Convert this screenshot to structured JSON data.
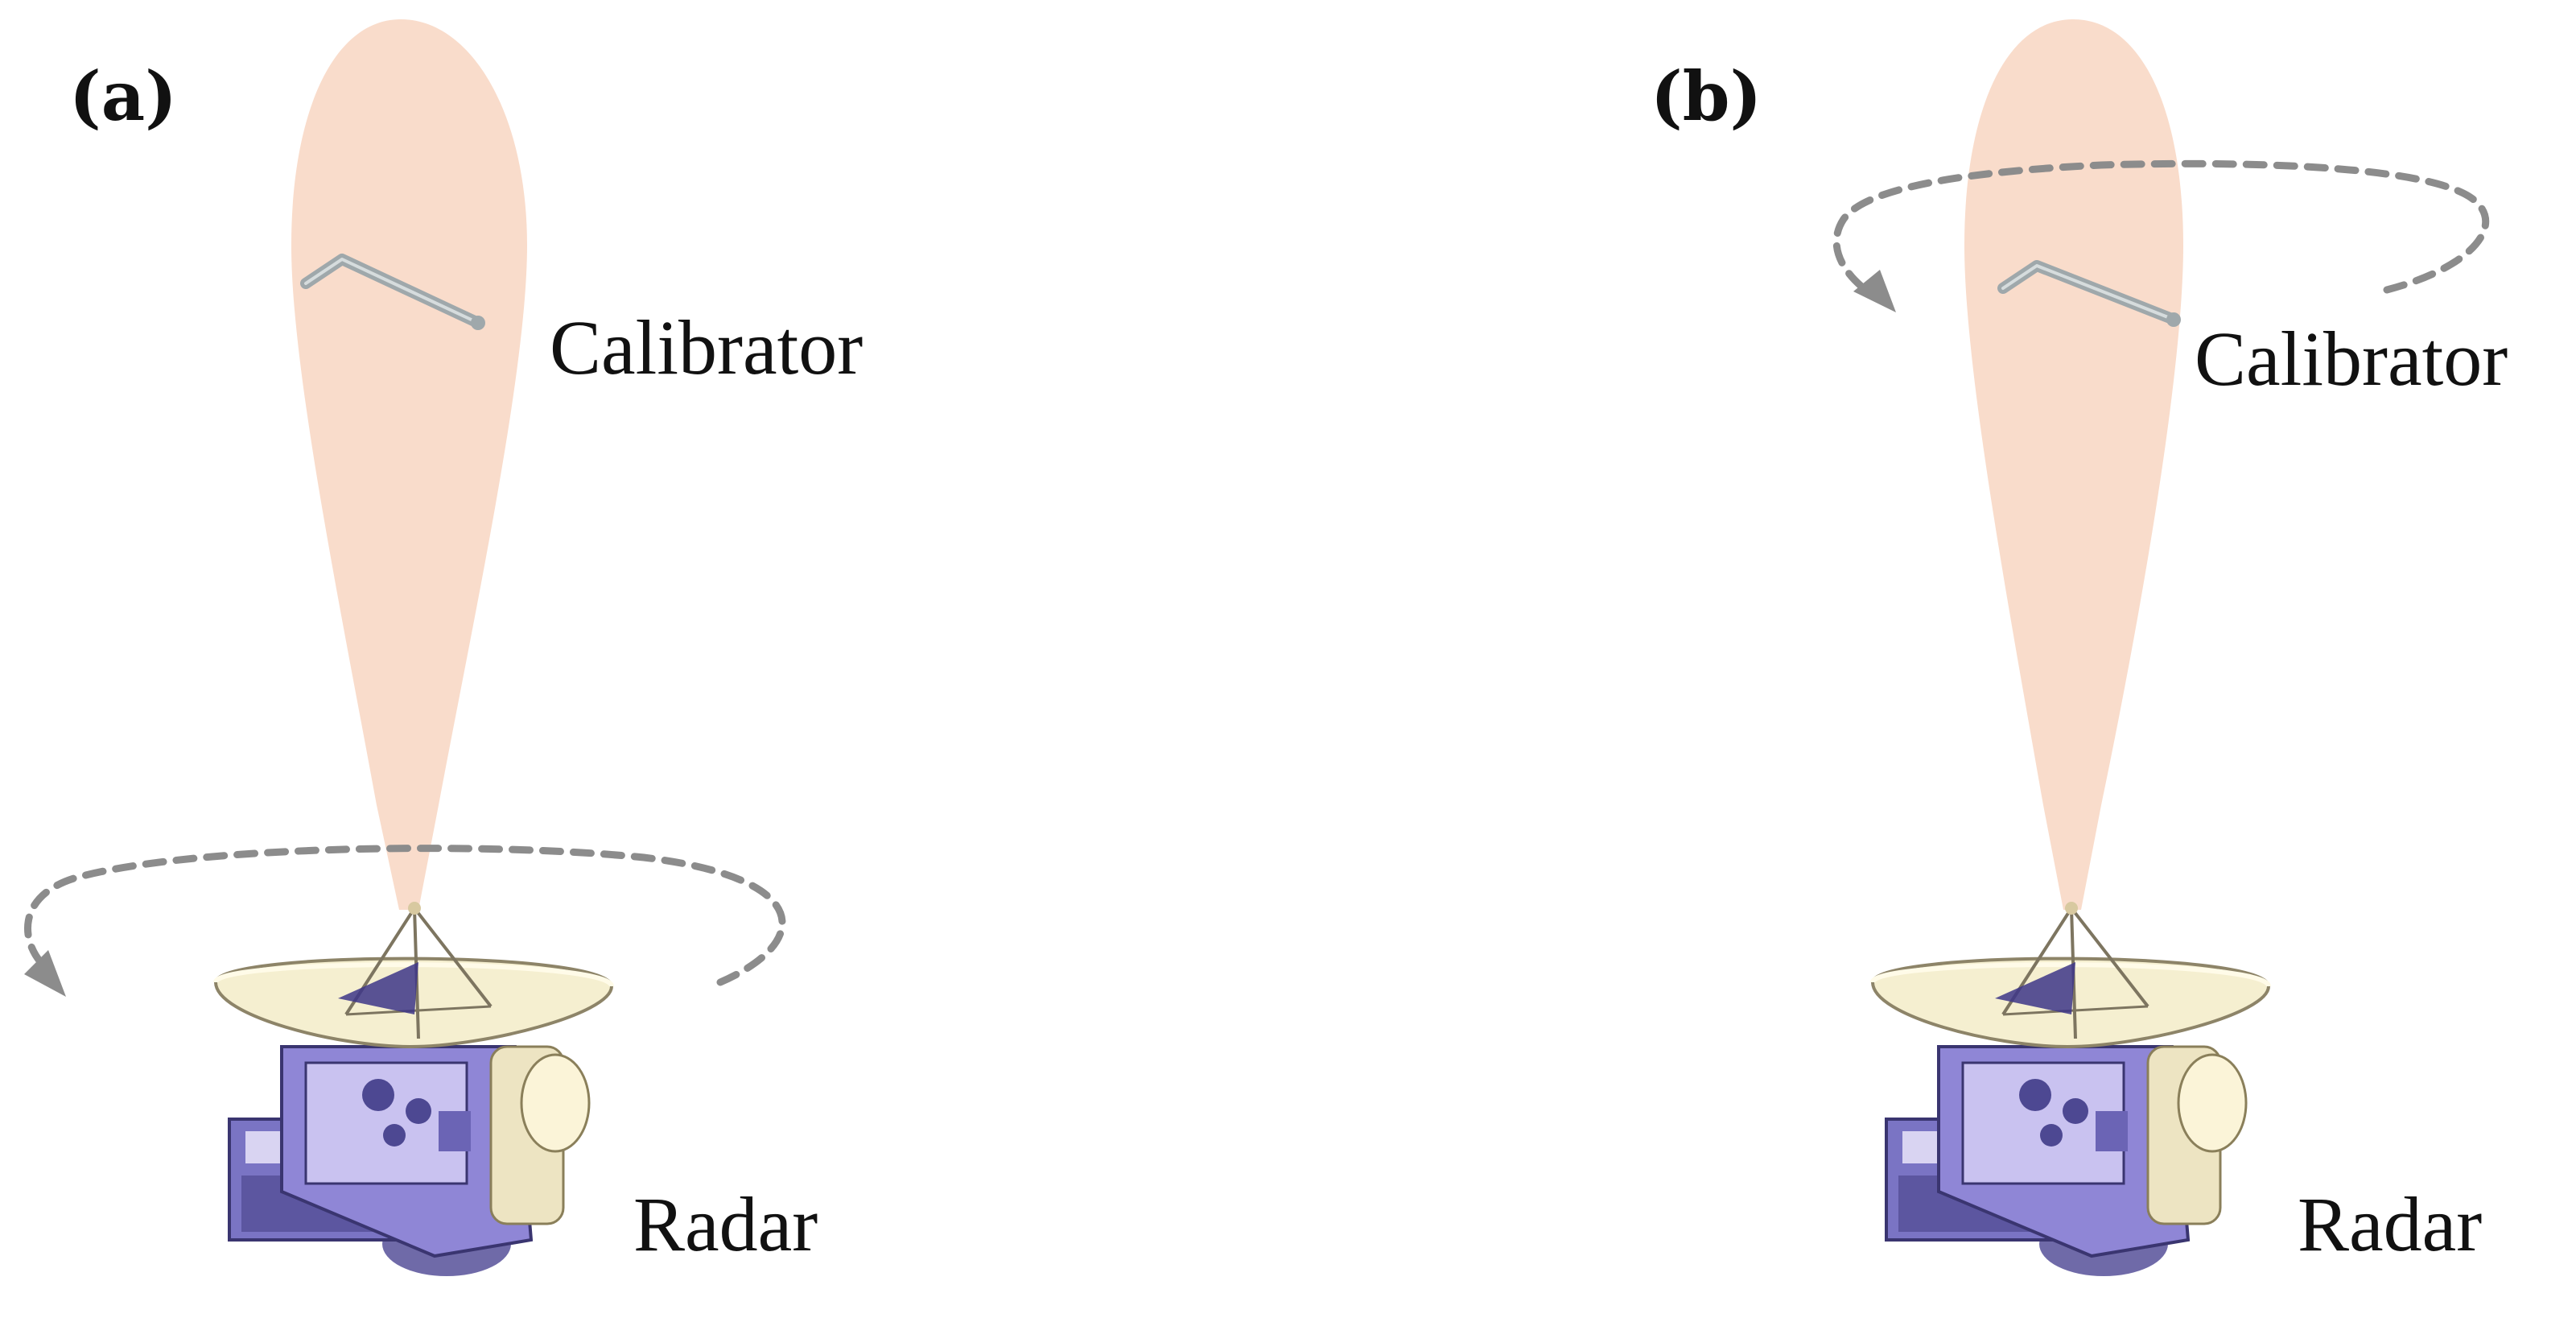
{
  "panels": [
    {
      "tag": "(a)",
      "calibrator_label": "Calibrator",
      "radar_label": "Radar",
      "rotating_part": "radar"
    },
    {
      "tag": "(b)",
      "calibrator_label": "Calibrator",
      "radar_label": "Radar",
      "rotating_part": "calibrator"
    }
  ],
  "colors": {
    "beam": "#f9dccb",
    "rotation_arrow": "#8c8c8c",
    "calibrator_rod": "#9fa8ab",
    "dish": "#f5efd0",
    "mount": "#8f86d6"
  }
}
